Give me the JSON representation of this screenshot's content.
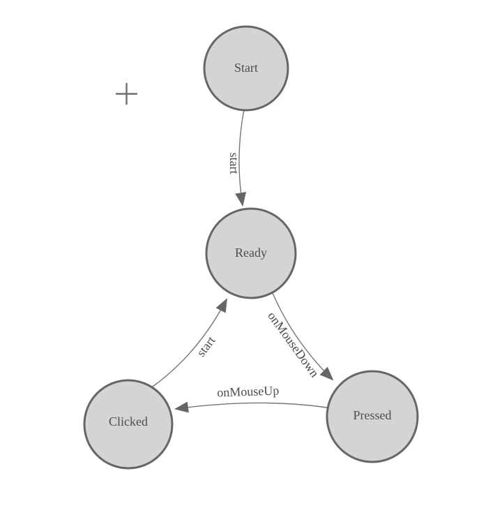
{
  "app": {
    "background": "#ffffff"
  },
  "icons": {
    "cursor": "crosshair-icon",
    "arrow": "arrowhead-icon"
  },
  "diagram": {
    "type": "state-machine-graph",
    "nodes": [
      {
        "label": "Start"
      },
      {
        "label": "Ready"
      },
      {
        "label": "Clicked"
      },
      {
        "label": "Pressed"
      }
    ],
    "edges": [
      {
        "label": "start",
        "from": "Start",
        "to": "Ready"
      },
      {
        "label": "onMouseDown",
        "from": "Ready",
        "to": "Pressed"
      },
      {
        "label": "start",
        "from": "Clicked",
        "to": "Ready"
      },
      {
        "label": "onMouseUp",
        "from": "Pressed",
        "to": "Clicked"
      }
    ],
    "colors": {
      "node_fill": "#d4d4d4",
      "node_stroke": "#666666",
      "edge_stroke": "#757575",
      "arrow_fill": "#666666",
      "label_text": "#4d4d4d",
      "cursor": "#6e6e6e",
      "background": "#ffffff"
    }
  }
}
